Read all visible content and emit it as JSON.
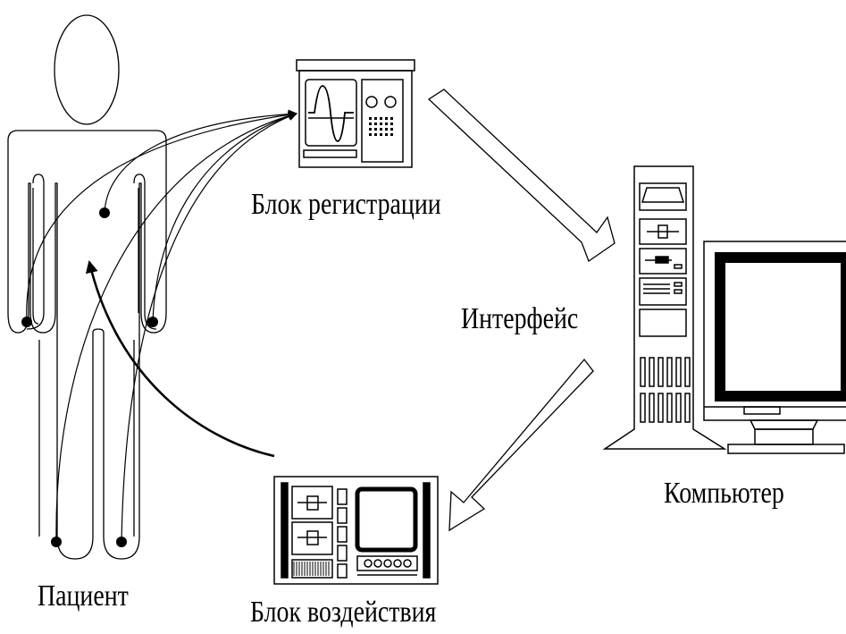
{
  "labels": {
    "registration": "Блок регистрации",
    "interface": "Интерфейс",
    "computer": "Компьютер",
    "patient": "Пациент",
    "stimulation": "Блок воздействия"
  }
}
